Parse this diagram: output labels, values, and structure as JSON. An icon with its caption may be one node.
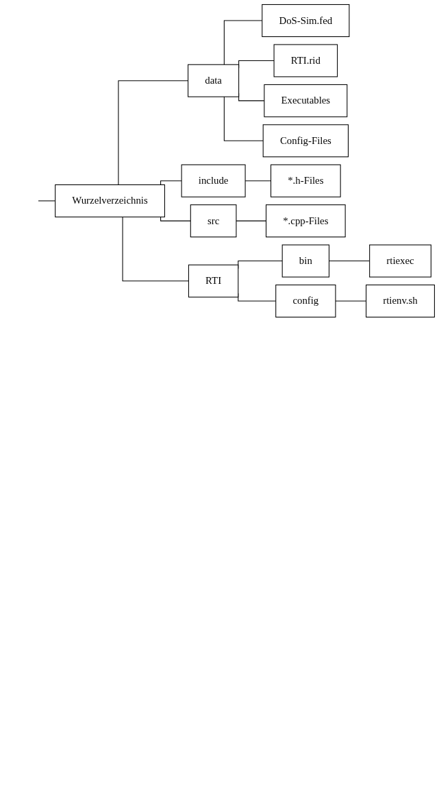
{
  "diagram": {
    "nodes": [
      {
        "text": [
          "Wurzelverzeichnis"
        ]
      },
      {
        "text": [
          "data"
        ]
      },
      {
        "text": [
          "DoS-Sim.fed"
        ]
      },
      {
        "text": [
          "RTI.rid"
        ]
      },
      {
        "text": [
          "Executables"
        ]
      },
      {
        "text": [
          "Config-Files"
        ]
      },
      {
        "text": [
          "include"
        ]
      },
      {
        "text": [
          "*.h-Files"
        ]
      },
      {
        "text": [
          "src"
        ]
      },
      {
        "text": [
          "*.cpp-Files"
        ]
      },
      {
        "text": [
          "RTI"
        ]
      },
      {
        "text": [
          "bin"
        ]
      },
      {
        "text": [
          "rtiexec"
        ]
      },
      {
        "text": [
          "config"
        ]
      },
      {
        "text": [
          "rtienv.sh"
        ]
      }
    ],
    "edges": [
      {
        "from": null,
        "to": 0,
        "arrow": "none"
      },
      {
        "from": 0,
        "to": 1,
        "arrow": "none"
      },
      {
        "from": 1,
        "to": 2,
        "arrow": "none"
      },
      {
        "from": 1,
        "to": 3,
        "arrow": "none"
      },
      {
        "from": 1,
        "to": 4,
        "arrow": "none"
      },
      {
        "from": 1,
        "to": 5,
        "arrow": "none"
      },
      {
        "from": 0,
        "to": 6,
        "arrow": "none"
      },
      {
        "from": 6,
        "to": 7,
        "arrow": "none"
      },
      {
        "from": 0,
        "to": 8,
        "arrow": "none"
      },
      {
        "from": 8,
        "to": 9,
        "arrow": "none"
      },
      {
        "from": 0,
        "to": 10,
        "arrow": "none"
      },
      {
        "from": 10,
        "to": 11,
        "arrow": "none"
      },
      {
        "from": 11,
        "to": 12,
        "arrow": "none"
      },
      {
        "from": 10,
        "to": 13,
        "arrow": "none"
      },
      {
        "from": 13,
        "to": 14,
        "arrow": "none"
      }
    ]
  }
}
